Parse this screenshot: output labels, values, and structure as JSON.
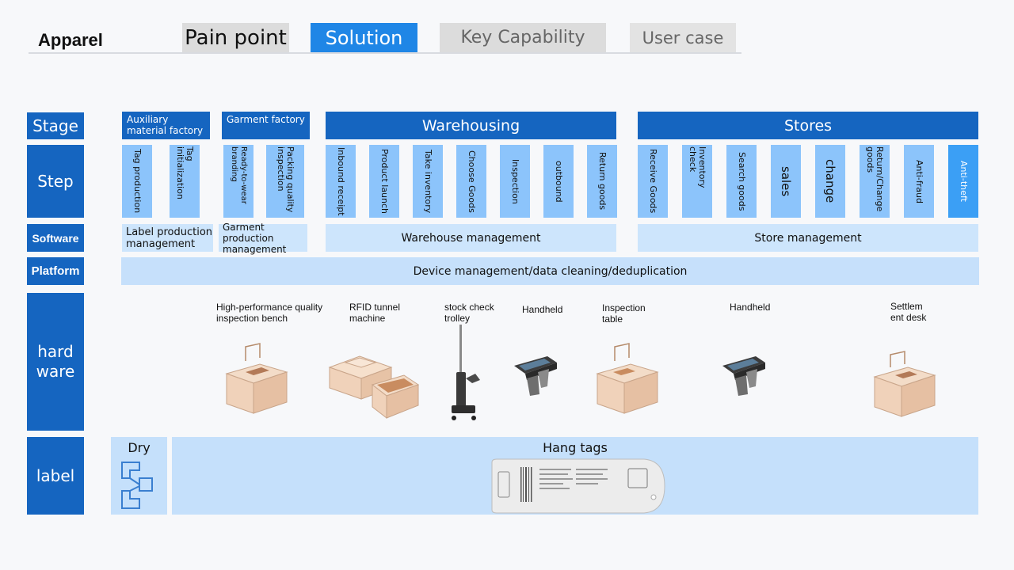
{
  "header": {
    "title": "Apparel",
    "tabs": [
      "Pain point",
      "Solution",
      "Key Capability",
      "User case"
    ]
  },
  "rows": {
    "stage": "Stage",
    "step": "Step",
    "software": "Software",
    "platform": "Platform",
    "hardware": "hard ware",
    "label": "label"
  },
  "stages": {
    "auxiliary": "Auxiliary material factory",
    "garment": "Garment factory",
    "warehousing": "Warehousing",
    "stores": "Stores"
  },
  "steps": {
    "auxiliary": [
      "Tag production",
      "Tag initialization"
    ],
    "garment": [
      "Ready-to-wear branding",
      "Packing quality inspection"
    ],
    "warehousing": [
      "Inbound receipt",
      "Product launch",
      "Take inventory",
      "Choose Goods",
      "Inspection",
      "outbound",
      "Return goods"
    ],
    "stores": [
      "Receive Goods",
      "Inventory check",
      "Search goods",
      "sales",
      "change",
      "Return/Change goods",
      "Anti-fraud",
      "Anti-theft"
    ]
  },
  "software": {
    "label_production": "Label production management",
    "garment_production": "Garment production management",
    "warehouse": "Warehouse management",
    "store": "Store management"
  },
  "platform": {
    "text": "Device management/data cleaning/deduplication"
  },
  "hardware": {
    "items": [
      "High-performance quality inspection bench",
      "RFID tunnel machine",
      "stock check trolley",
      "Handheld",
      "Inspection table",
      "Handheld",
      "Settlem ent desk"
    ]
  },
  "labels": {
    "dry": "Dry",
    "hang_tags": "Hang tags"
  },
  "colors": {
    "primary": "#1565c0",
    "tab_active": "#1f86e6",
    "step": "#8cc4fb",
    "step_highlight": "#3b9ff5",
    "light": "#cde5fc"
  }
}
